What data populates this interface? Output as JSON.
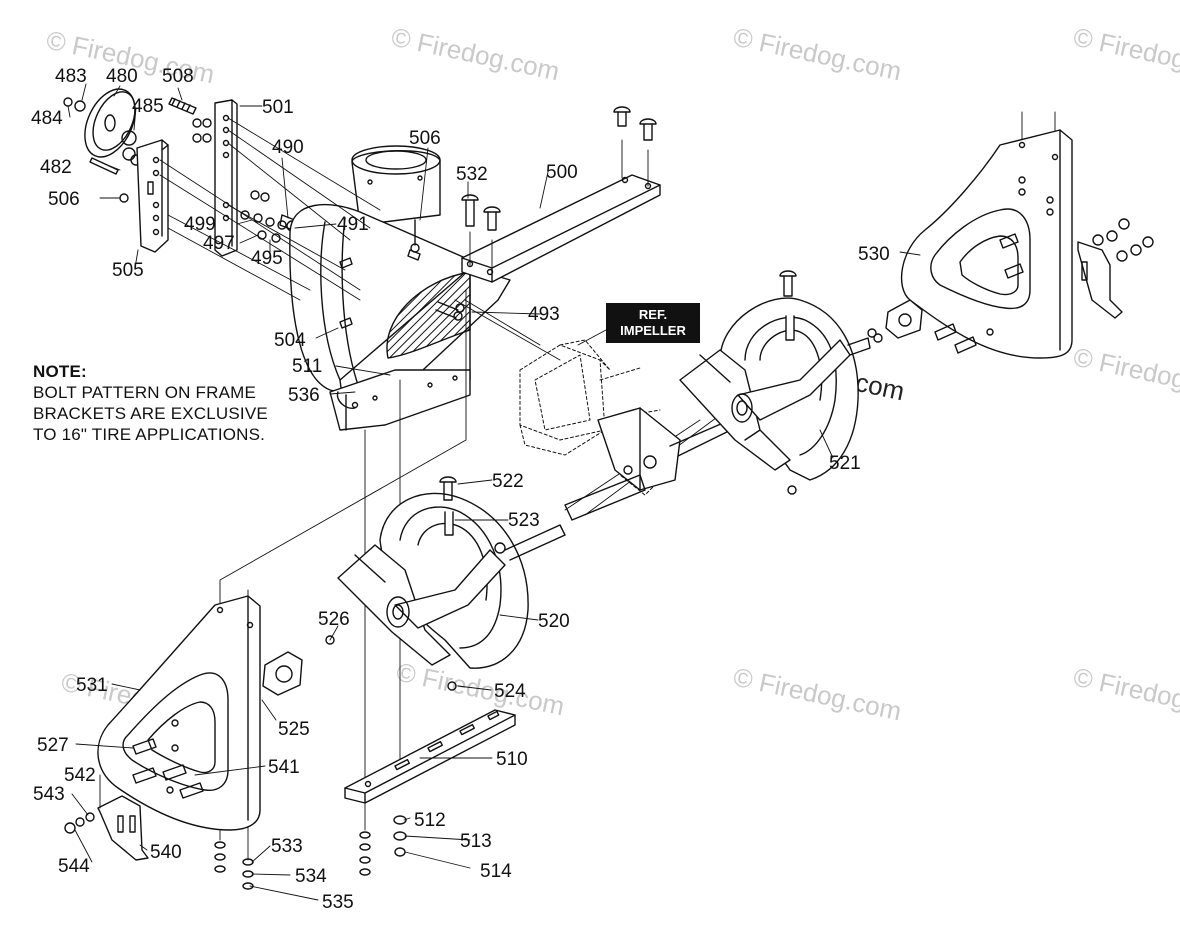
{
  "note": {
    "title": "NOTE:",
    "lines": [
      "BOLT PATTERN ON FRAME",
      "BRACKETS ARE EXCLUSIVE",
      "TO 16\" TIRE APPLICATIONS."
    ]
  },
  "ref_label": {
    "line1": "REF.",
    "line2": "IMPELLER"
  },
  "watermark": "© Firedog.com",
  "callouts": {
    "c483": "483",
    "c480": "480",
    "c508": "508",
    "c484": "484",
    "c485": "485",
    "c501": "501",
    "c490": "490",
    "c506a": "506",
    "c482": "482",
    "c506b": "506",
    "c532": "532",
    "c500": "500",
    "c491": "491",
    "c499": "499",
    "c497": "497",
    "c495": "495",
    "c505": "505",
    "c504": "504",
    "c493": "493",
    "c511": "511",
    "c536": "536",
    "c530": "530",
    "c521": "521",
    "c522": "522",
    "c523": "523",
    "c526": "526",
    "c520": "520",
    "c531": "531",
    "c525": "525",
    "c524": "524",
    "c527": "527",
    "c542": "542",
    "c541": "541",
    "c510": "510",
    "c543": "543",
    "c540": "540",
    "c544": "544",
    "c512": "512",
    "c533": "533",
    "c513": "513",
    "c534": "534",
    "c514": "514",
    "c535": "535"
  }
}
